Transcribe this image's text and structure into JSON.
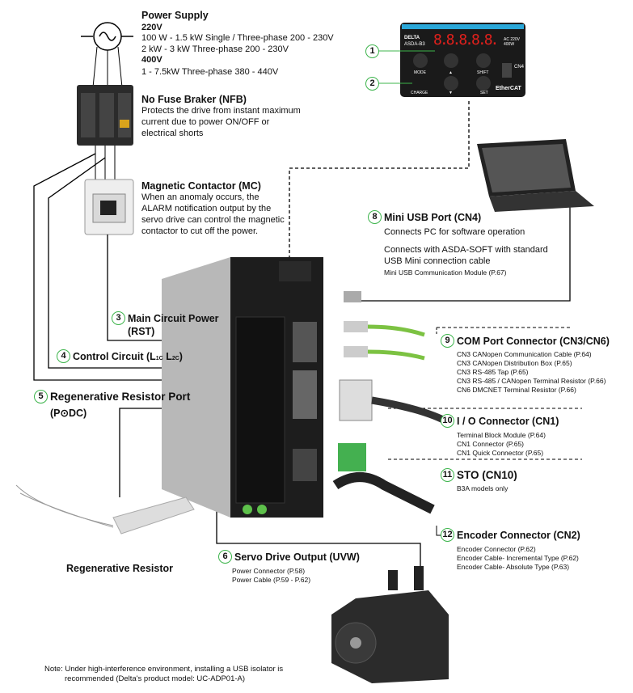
{
  "power_supply": {
    "title": "Power Supply",
    "v220": "220V",
    "line1": "100 W - 1.5 kW Single / Three-phase 200 - 230V",
    "line2": "2 kW - 3 kW Three-phase 200 - 230V",
    "v400": "400V",
    "line3": "1 - 7.5kW Three-phase 380 - 440V"
  },
  "nfb": {
    "title": "No Fuse Braker (NFB)",
    "desc1": "Protects the drive from instant maximum",
    "desc2": "current due to power ON/OFF or",
    "desc3": "electrical shorts"
  },
  "mc": {
    "title": "Magnetic Contactor (MC)",
    "desc1": "When an anomaly occurs, the",
    "desc2": "ALARM notification output by the",
    "desc3": "servo drive can control the magnetic",
    "desc4": "contactor to cut off the power."
  },
  "panel": {
    "display": "8.8.8.8.8.",
    "model": "ASDA-B3",
    "rating": "AC 220V 400W",
    "brand": "DELTA",
    "keys": [
      "MODE",
      "▲",
      "SHIFT",
      "CHARGE",
      "▼",
      "SET"
    ],
    "cn4": "CN4",
    "bus": "EtherCAT"
  },
  "callouts": [
    {
      "num": "1"
    },
    {
      "num": "2"
    },
    {
      "num": "3",
      "title": "Main Circuit Power",
      "sub": "(RST)"
    },
    {
      "num": "4",
      "title": "Control Circuit (L",
      "sub1": "1C",
      "mid": " L",
      "sub2": "2C",
      "end": ")"
    },
    {
      "num": "5",
      "title": "Regenerative Resistor Port",
      "sub": "(P⊙DC)"
    },
    {
      "num": "6",
      "title": "Servo Drive Output (UVW)",
      "items": [
        "Power Connector (P.58)",
        "Power Cable (P.59 - P.62)"
      ]
    },
    {
      "num": "8",
      "title": "Mini USB Port (CN4)",
      "desc1": "Connects PC for software operation",
      "desc2": "Connects with ASDA-SOFT with standard",
      "desc3": "USB Mini connection cable",
      "item": "Mini USB Communication Module (P.67)"
    },
    {
      "num": "9",
      "title": "COM Port Connector (CN3/CN6)",
      "items": [
        "CN3 CANopen Communication Cable (P.64)",
        "CN3 CANopen Distribution Box (P.65)",
        "CN3 RS-485 Tap (P.65)",
        "CN3 RS-485 / CANopen Terminal Resistor (P.66)",
        "CN6 DMCNET Terminal Resistor (P.66)"
      ]
    },
    {
      "num": "10",
      "title": "I / O Connector (CN1)",
      "items": [
        "Terminal Block Module (P.64)",
        "CN1 Connector (P.65)",
        "CN1 Quick Connector (P.65)"
      ]
    },
    {
      "num": "11",
      "title": "STO (CN10)",
      "items": [
        "B3A models only"
      ]
    },
    {
      "num": "12",
      "title": "Encoder Connector (CN2)",
      "items": [
        "Encoder Connector (P.62)",
        "Encoder Cable- Incremental Type (P.62)",
        "Encoder Cable- Absolute Type (P.63)"
      ]
    }
  ],
  "resistor_label": "Regenerative Resistor",
  "note1": "Note: Under high-interference environment, installing a USB isolator is",
  "note2": "recommended (Delta's product model: UC-ADP01-A)",
  "colors": {
    "callout_ring": "#3cb44b",
    "display_red": "#e0201c",
    "panel_top": "#2aa7d8",
    "cable_green": "#7cc242"
  }
}
